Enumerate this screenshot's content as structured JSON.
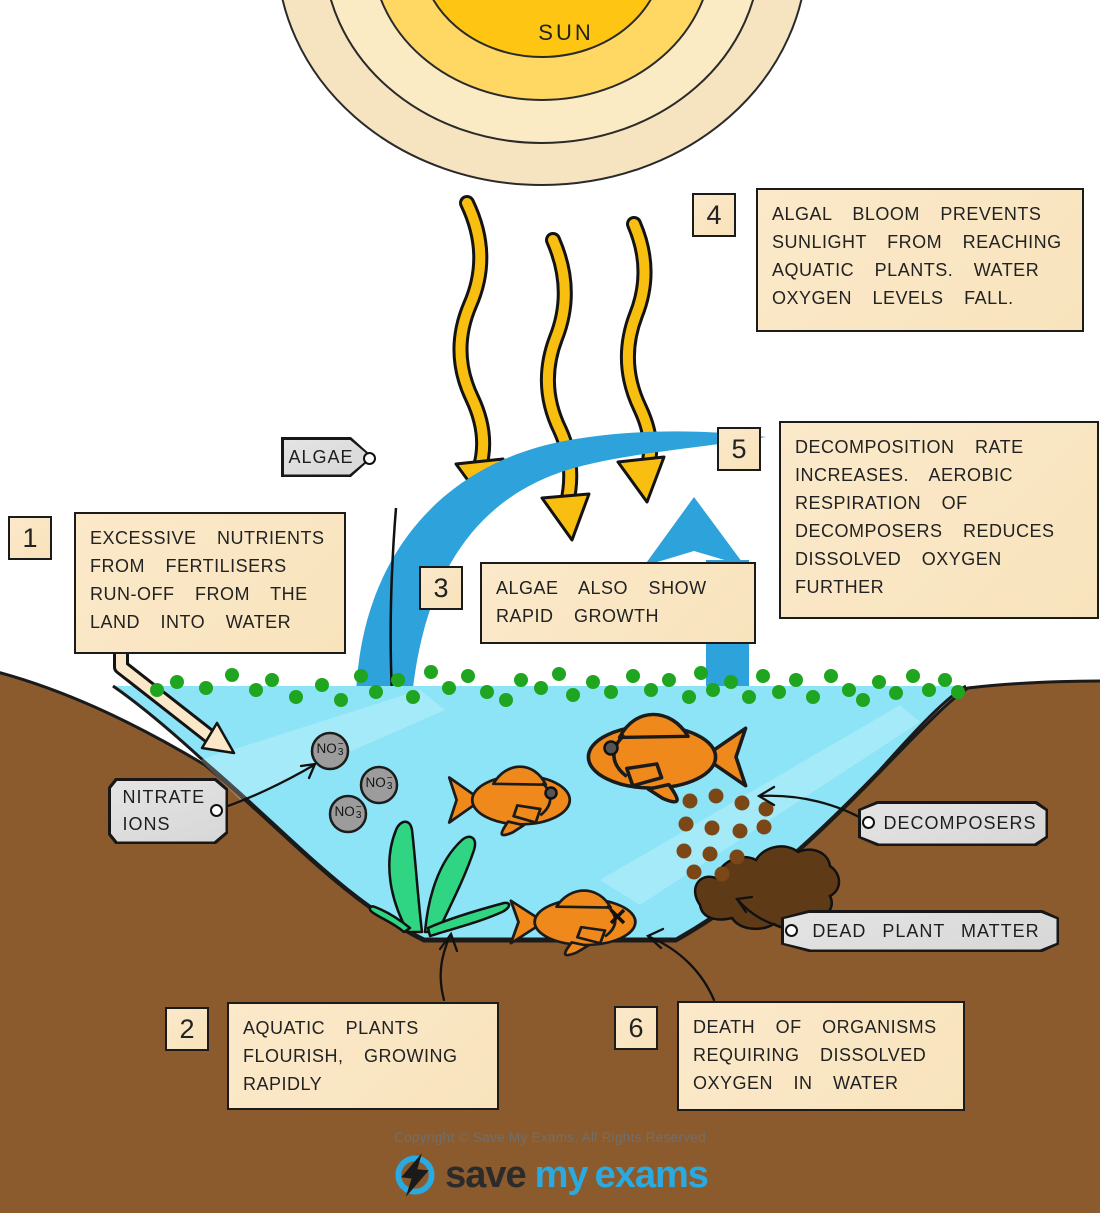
{
  "sun": {
    "label": "SUN"
  },
  "steps": [
    {
      "num": "1",
      "text": "EXCESSIVE NUTRIENTS\nFROM FERTILISERS\nRUN-OFF FROM THE\nLAND INTO WATER"
    },
    {
      "num": "2",
      "text": "AQUATIC PLANTS\nFLOURISH, GROWING\nRAPIDLY"
    },
    {
      "num": "3",
      "text": "ALGAE ALSO SHOW\nRAPID GROWTH"
    },
    {
      "num": "4",
      "text": "ALGAL BLOOM PREVENTS\nSUNLIGHT FROM REACHING\nAQUATIC PLANTS. WATER\nOXYGEN LEVELS FALL."
    },
    {
      "num": "5",
      "text": "DECOMPOSITION RATE\nINCREASES. AEROBIC\nRESPIRATION OF\nDECOMPOSERS REDUCES\nDISSOLVED OXYGEN\nFURTHER"
    },
    {
      "num": "6",
      "text": "DEATH OF ORGANISMS\nREQUIRING DISSOLVED\nOXYGEN IN WATER"
    }
  ],
  "tags": {
    "algae": {
      "label": "ALGAE"
    },
    "nitrate": {
      "label": "NITRATE\nIONS"
    },
    "decomposers": {
      "label": "DECOMPOSERS"
    },
    "dead_plant": {
      "label": "DEAD PLANT MATTER"
    }
  },
  "ion": {
    "base": "NO",
    "sub": "3",
    "sup": "−"
  },
  "footer": {
    "copyright": "Copyright © Save My Exams. All Rights Reserved",
    "logo": {
      "save": "save",
      "my": "my",
      "exams": "exams"
    }
  },
  "colors": {
    "water": "#8ce4f6",
    "soil": "#8b5b2e",
    "sun_core": "#ffc513",
    "sunlight_arrow": "#f9bf10",
    "bloom_arrow_blue": "#2ea2db",
    "box_fill": "#fae7c5",
    "tag_fill": "#dedede",
    "algae_green": "#1fa51f",
    "plant_green": "#2fd583",
    "fish_orange": "#f0891b",
    "ion_grey": "#9c9c9c",
    "dead_matter_brown": "#5e3a17",
    "decomposer_dot_brown": "#7b4716",
    "logo_blue": "#29abe2"
  }
}
